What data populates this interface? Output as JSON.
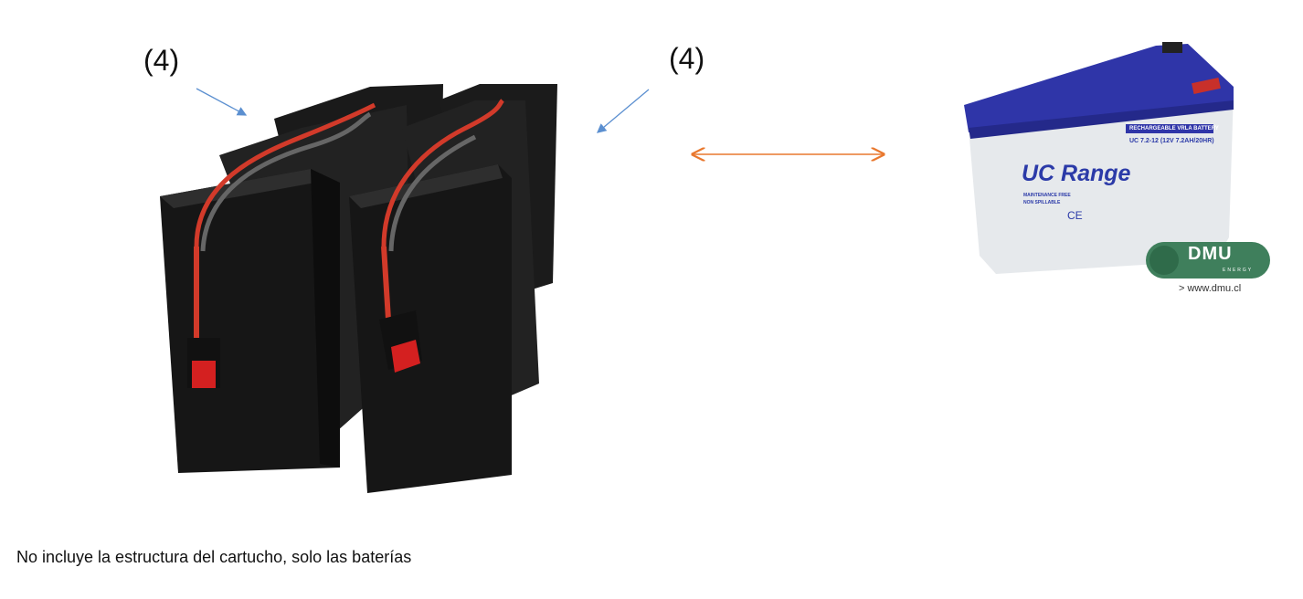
{
  "labels": {
    "left_count": "(4)",
    "right_count": "(4)"
  },
  "caption": "No incluye la estructura del cartucho, solo las baterías",
  "battery": {
    "brand": "UC Range",
    "header": "RECHARGEABLE VRLA BATTERY",
    "model": "UC 7.2-12 (12V 7.2AH/20HR)",
    "features": [
      "MAINTENANCE FREE",
      "NON SPILLABLE"
    ],
    "ce_mark": "CE"
  },
  "logo": {
    "name": "DMU",
    "sub": "ENERGY",
    "url": "> www.dmu.cl"
  },
  "colors": {
    "arrow_blue": "#5b8fd0",
    "arrow_orange": "#e9782e",
    "battery_lid": "#2f35a8",
    "logo_green": "#3f7f5c"
  }
}
